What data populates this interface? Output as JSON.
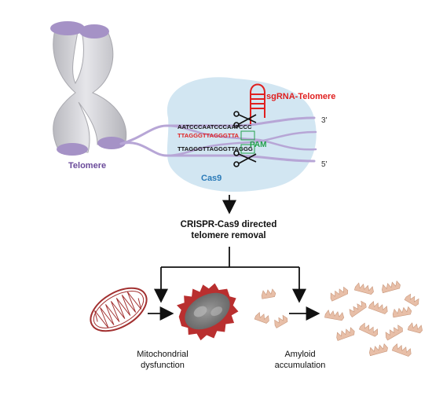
{
  "labels": {
    "telomere": "Telomere",
    "sgrna": "sgRNA-Telomere",
    "pam": "PAM",
    "cas9": "Cas9",
    "end_3prime": "3'",
    "end_5prime": "5'",
    "step_line1": "CRISPR-Cas9 directed",
    "step_line2": "telomere removal",
    "mito_line1": "Mitochondrial",
    "mito_line2": "dysfunction",
    "amyloid_line1": "Amyloid",
    "amyloid_line2": "accumulation"
  },
  "sequences": {
    "top_strand": "AATCCCAATCCCAATCCC",
    "guide_strand": "TTAGGGTTAGGGTTA",
    "bottom_strand": "TTAGGGTTAGGGTTAGGG"
  },
  "colors": {
    "chromosome": "#c9c9cf",
    "telomere_cap": "#a592c6",
    "dna_strand": "#b7a6d6",
    "cas9_blob": "#d2e6f2",
    "sgrna": "#e02020",
    "pam": "#22a04a",
    "cas9_text": "#2a7ab8",
    "telomere_text": "#6a4a9a",
    "mito_outline": "#a23030",
    "amyloid": "#e8bfa8"
  },
  "icons": [
    "scissors-icon",
    "mitochondrion-icon",
    "damaged-mitochondrion-icon",
    "amyloid-fibril-icon"
  ]
}
